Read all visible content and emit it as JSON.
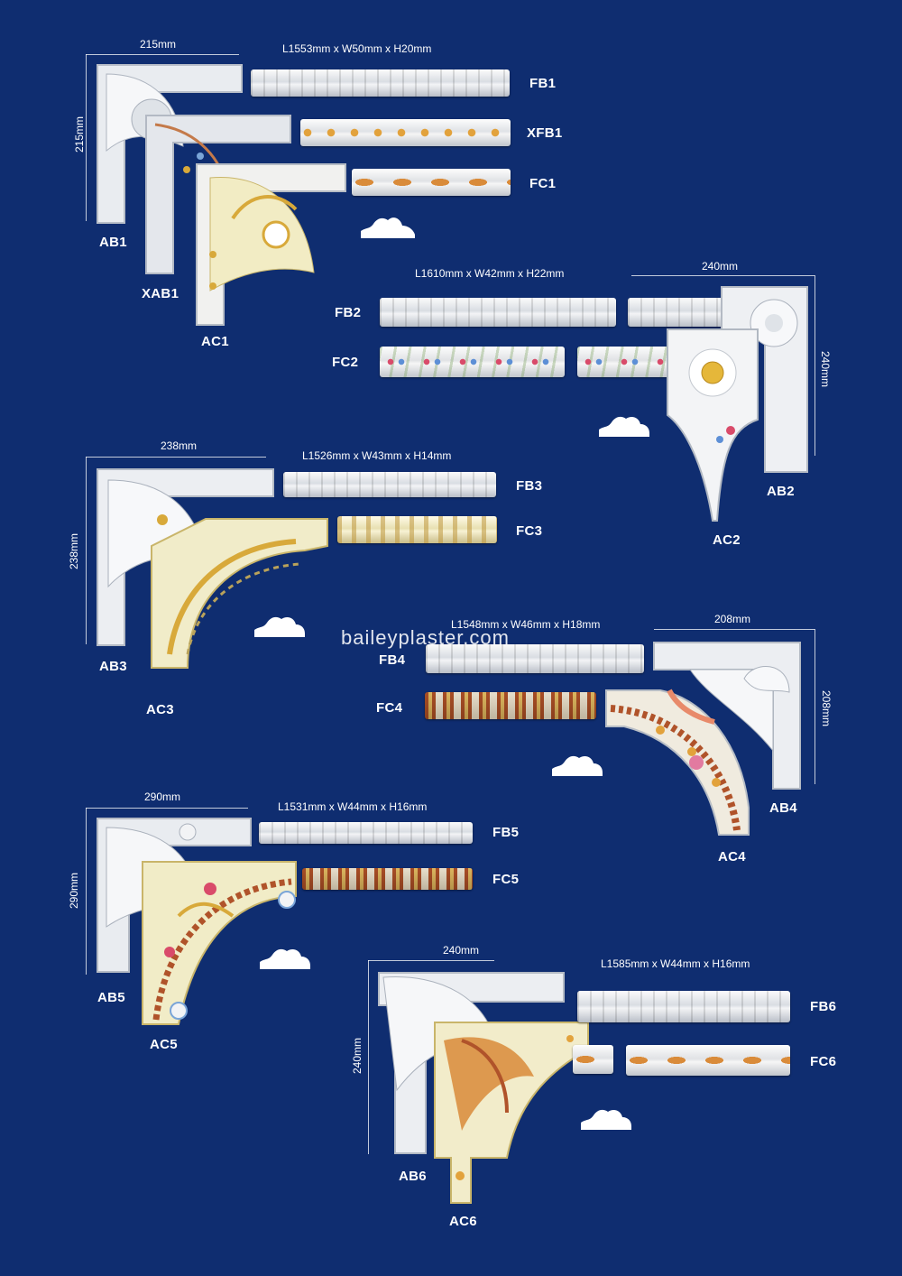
{
  "watermark": "baileyplaster.com",
  "sets": [
    {
      "width": "215mm",
      "height": "215mm",
      "size": "L1553mm x W50mm x H20mm",
      "strips": [
        "FB1",
        "XFB1",
        "FC1"
      ],
      "corners": [
        "AB1",
        "XAB1",
        "AC1"
      ]
    },
    {
      "width": "240mm",
      "height": "240mm",
      "size": "L1610mm x W42mm x H22mm",
      "strips": [
        "FB2",
        "FC2"
      ],
      "corners": [
        "AB2",
        "AC2"
      ]
    },
    {
      "width": "238mm",
      "height": "238mm",
      "size": "L1526mm x W43mm x H14mm",
      "strips": [
        "FB3",
        "FC3"
      ],
      "corners": [
        "AB3",
        "AC3"
      ]
    },
    {
      "width": "208mm",
      "height": "208mm",
      "size": "L1548mm x W46mm x H18mm",
      "strips": [
        "FB4",
        "FC4"
      ],
      "corners": [
        "AB4",
        "AC4"
      ]
    },
    {
      "width": "290mm",
      "height": "290mm",
      "size": "L1531mm x W44mm x H16mm",
      "strips": [
        "FB5",
        "FC5"
      ],
      "corners": [
        "AB5",
        "AC5"
      ]
    },
    {
      "width": "240mm",
      "height": "240mm",
      "size": "L1585mm x W44mm x H16mm",
      "strips": [
        "FB6",
        "FC6"
      ],
      "corners": [
        "AB6",
        "AC6"
      ]
    }
  ],
  "colors": {
    "background": "#0f2d70",
    "plaster": "#f2f3f5",
    "gold": "#d8a93a",
    "cream": "#f2ecc4",
    "rust": "#b0532a"
  }
}
